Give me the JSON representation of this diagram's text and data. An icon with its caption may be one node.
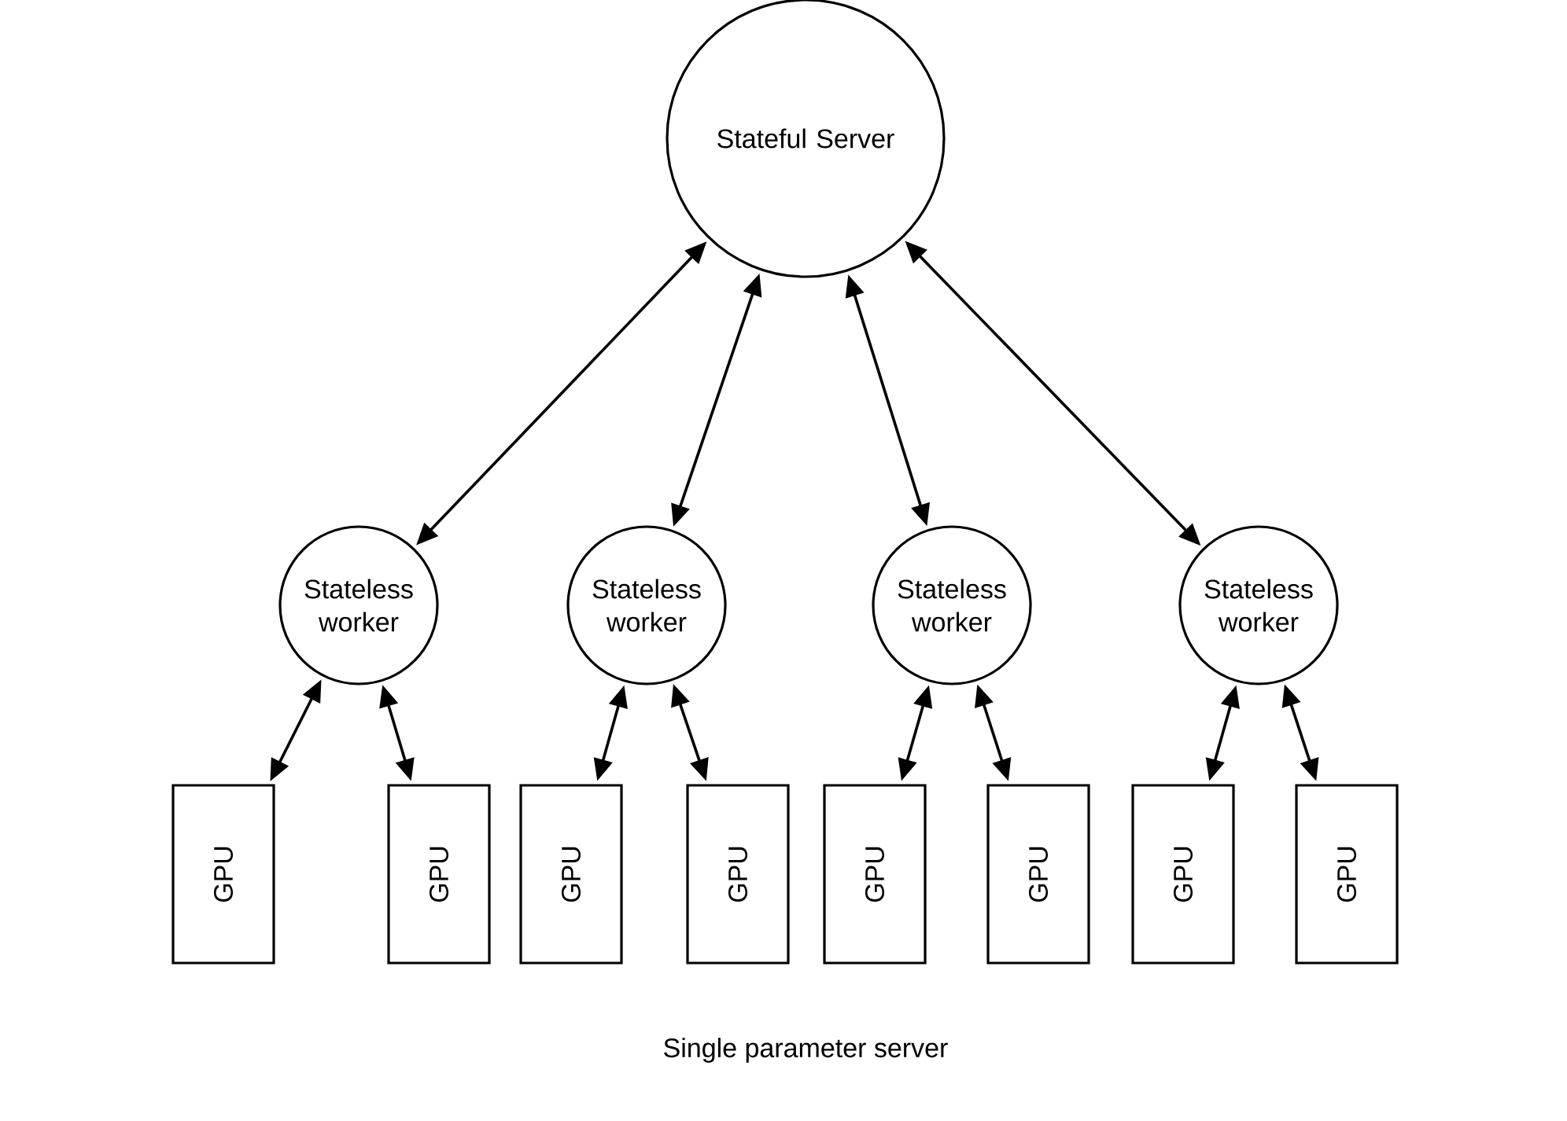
{
  "diagram": {
    "caption": "Single parameter server",
    "nodes": [
      {
        "text": [
          "Stateful Server"
        ]
      },
      {
        "text": [
          "Stateless worker"
        ]
      },
      {
        "text": [
          "Stateless worker"
        ]
      },
      {
        "text": [
          "Stateless worker"
        ]
      },
      {
        "text": [
          "Stateless worker"
        ]
      },
      {
        "text": [
          "GPU"
        ]
      },
      {
        "text": [
          "GPU"
        ]
      },
      {
        "text": [
          "GPU"
        ]
      },
      {
        "text": [
          "GPU"
        ]
      },
      {
        "text": [
          "GPU"
        ]
      },
      {
        "text": [
          "GPU"
        ]
      },
      {
        "text": [
          "GPU"
        ]
      },
      {
        "text": [
          "GPU"
        ]
      }
    ],
    "edges": [
      {
        "from": 0,
        "to": 1,
        "arrow": "both"
      },
      {
        "from": 0,
        "to": 2,
        "arrow": "both"
      },
      {
        "from": 0,
        "to": 3,
        "arrow": "both"
      },
      {
        "from": 0,
        "to": 4,
        "arrow": "both"
      },
      {
        "from": 1,
        "to": 5,
        "arrow": "both"
      },
      {
        "from": 1,
        "to": 6,
        "arrow": "both"
      },
      {
        "from": 2,
        "to": 7,
        "arrow": "both"
      },
      {
        "from": 2,
        "to": 8,
        "arrow": "both"
      },
      {
        "from": 3,
        "to": 9,
        "arrow": "both"
      },
      {
        "from": 3,
        "to": 10,
        "arrow": "both"
      },
      {
        "from": 4,
        "to": 11,
        "arrow": "both"
      },
      {
        "from": 4,
        "to": 12,
        "arrow": "both"
      }
    ]
  }
}
